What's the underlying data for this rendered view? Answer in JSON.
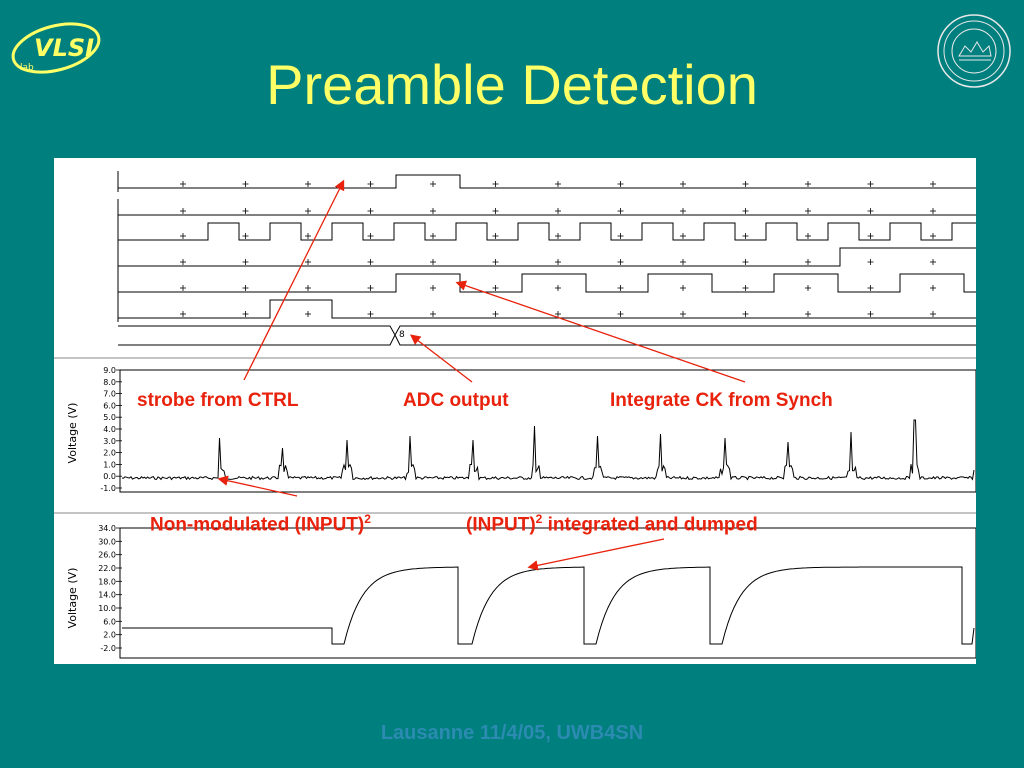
{
  "slide": {
    "title": "Preamble Detection",
    "footer": "Lausanne 11/4/05, UWB4SN",
    "logo_left_text": "VLSI",
    "logo_left_subtext": "lab"
  },
  "waveforms": {
    "bus_value": "8",
    "plot1": {
      "ylabel": "Voltage (V)",
      "ticks": [
        "9.0",
        "8.0",
        "7.0",
        "6.0",
        "5.0",
        "4.0",
        "3.0",
        "2.0",
        "1.0",
        "0.0",
        "-1.0"
      ]
    },
    "plot2": {
      "ylabel": "Voltage (V)",
      "ticks": [
        "34.0",
        "30.0",
        "26.0",
        "22.0",
        "18.0",
        "14.0",
        "10.0",
        "6.0",
        "2.0",
        "-2.0"
      ]
    }
  },
  "annotations": {
    "strobe": "strobe from CTRL",
    "adc": "ADC output",
    "integrate_ck": "Integrate CK from Synch",
    "non_modulated": "Non-modulated (INPUT)",
    "non_modulated_sup": "2",
    "integrated_prefix": "(INPUT)",
    "integrated_sup": "2",
    "integrated_suffix": " integrated and dumped"
  },
  "colors": {
    "background": "#007f7f",
    "title": "#ffff66",
    "annotation": "#e8220c",
    "footer": "#2b8bb0"
  }
}
